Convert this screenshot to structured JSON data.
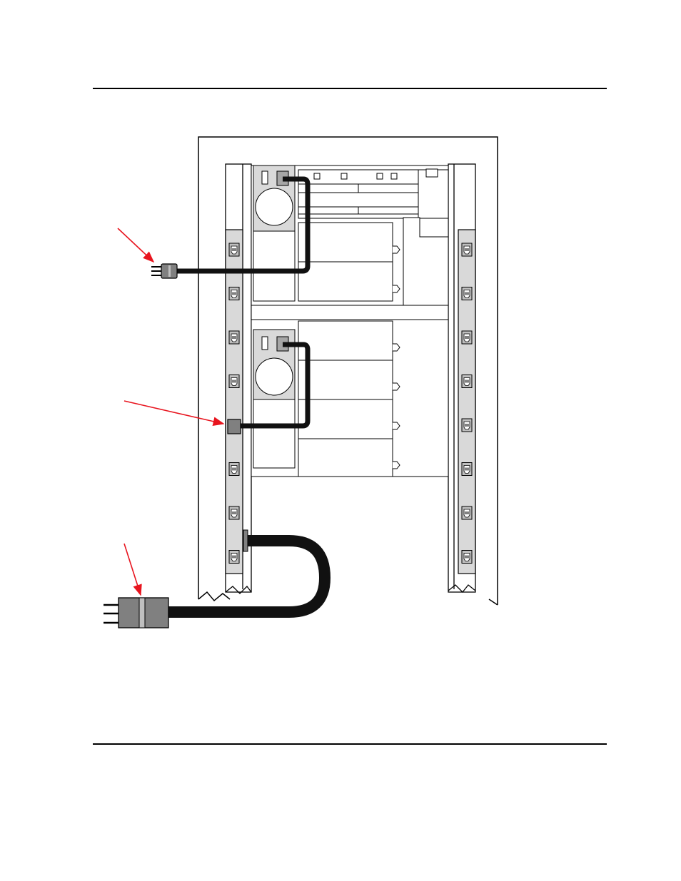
{
  "page": {
    "top_rule": "",
    "bottom_rule": ""
  },
  "figure": {
    "description_visible_text": "",
    "colors": {
      "arrow": "#e8141e",
      "cable": "#111111",
      "panel_gray": "#d9d9d9",
      "outlet_gray": "#bfbfbf",
      "plug_gray": "#808080",
      "line": "#000000"
    },
    "parts": {
      "left_pdu_outlets": 8,
      "right_pdu_outlets": 8,
      "callout_arrows": 3
    },
    "icons": [
      "power-plug-icon",
      "outlet-icon",
      "connector-icon",
      "arrow-icon"
    ]
  }
}
